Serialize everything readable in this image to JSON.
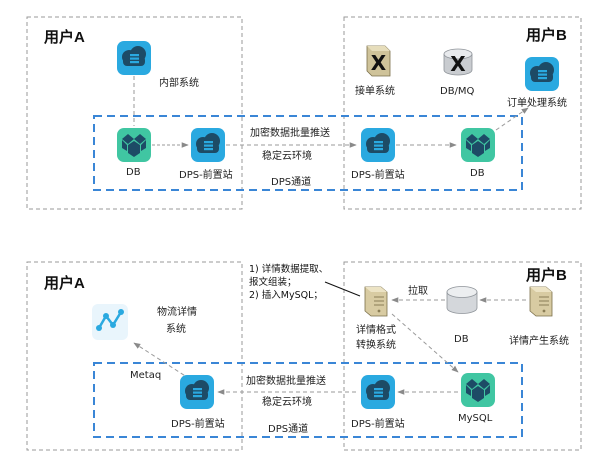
{
  "panel1": {
    "user_a": "用户A",
    "user_b": "用户B",
    "internal_system": "内部系统",
    "db_a": "DB",
    "dps_front_a": "DPS-前置站",
    "encrypt_push": "加密数据批量推送",
    "stable_cloud": "稳定云环境",
    "dps_channel": "DPS通道",
    "dps_front_b": "DPS-前置站",
    "db_b": "DB",
    "order_receive": "接单系统",
    "db_mq": "DB/MQ",
    "order_processing": "订单处理系统"
  },
  "panel2": {
    "user_a": "用户A",
    "user_b": "用户B",
    "logistics_detail_line1": "物流详情",
    "logistics_detail_line2": "系统",
    "metaq": "Metaq",
    "dps_front_a": "DPS-前置站",
    "encrypt_push": "加密数据批量推送",
    "stable_cloud": "稳定云环境",
    "dps_channel": "DPS通道",
    "dps_front_b": "DPS-前置站",
    "mysql": "MySQL",
    "converter_line1": "详情格式",
    "converter_line2": "转换系统",
    "pull": "拉取",
    "db": "DB",
    "detail_producer": "详情产生系统",
    "note_line1": "1) 详情数据提取、",
    "note_line2": "报文组装；",
    "note_line3": "2) 插入MySQL；"
  },
  "colors": {
    "box_border": "#999999",
    "dps_channel_border": "#3a86d6",
    "arrow": "#9a9a9a",
    "cloud_tile": "#2aa9e0",
    "db_tile": "#40c6a2",
    "icon_dark": "#1d4b66"
  },
  "icons": {
    "cloud_server": "cloud-server-icon",
    "database_cluster": "database-cluster-icon",
    "server_offline": "server-offline-icon",
    "database_offline": "database-offline-icon",
    "server": "server-icon",
    "database": "database-icon",
    "chart": "line-chart-icon"
  }
}
